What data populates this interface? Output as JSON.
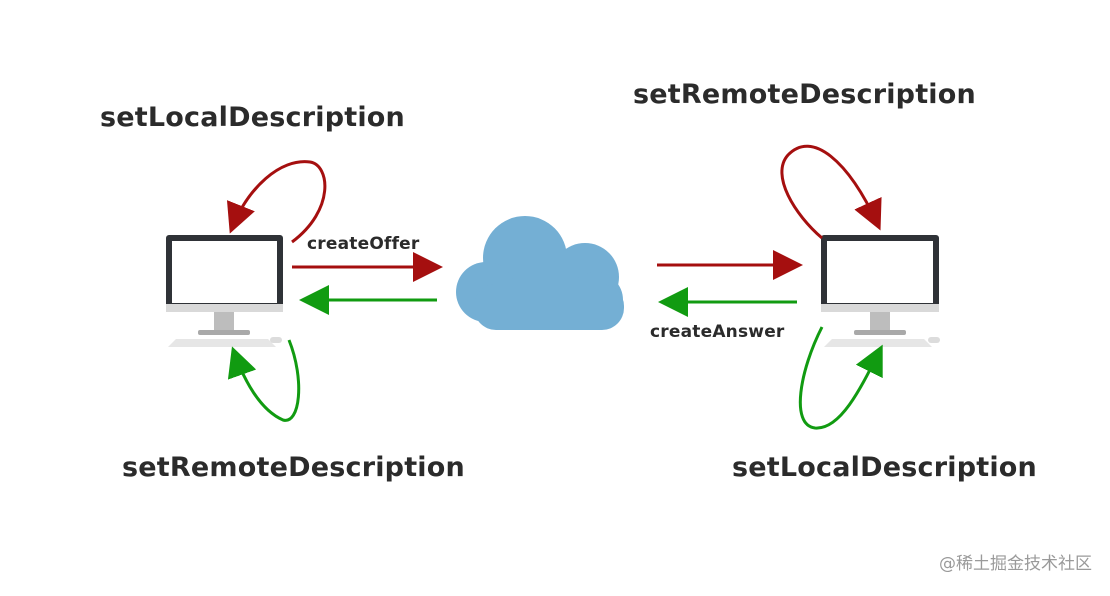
{
  "labels": {
    "left_top": "setLocalDescription",
    "left_bottom": "setRemoteDescription",
    "right_top": "setRemoteDescription",
    "right_bottom": "setLocalDescription",
    "offer": "createOffer",
    "answer": "createAnswer"
  },
  "watermark": "@稀土掘金技术社区",
  "colors": {
    "red_arrow": "#a50f0f",
    "green_arrow": "#119b11",
    "cloud": "#74afd4",
    "monitor_frame": "#2f3237",
    "monitor_stand": "#c8c8c8"
  }
}
